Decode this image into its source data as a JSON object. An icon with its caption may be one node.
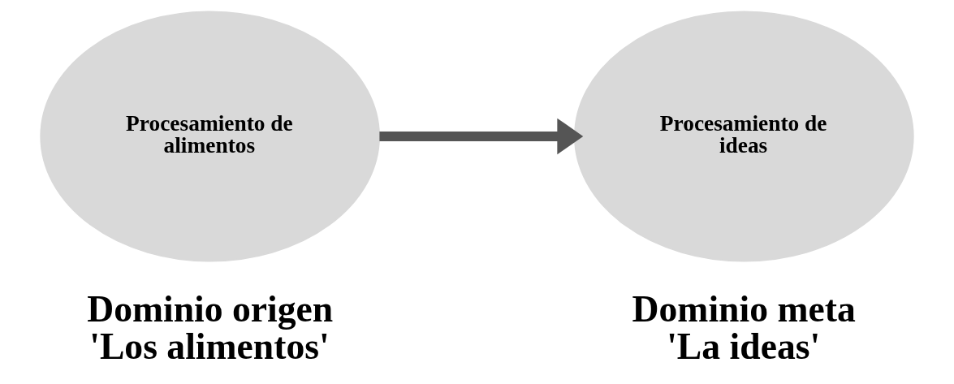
{
  "diagram": {
    "nodes": [
      {
        "text": [
          "Procesamiento de alimentos"
        ],
        "beside": [
          "Dominio origen 'Los alimentos'"
        ]
      },
      {
        "text": [
          "Procesamiento de ideas"
        ],
        "beside": [
          "Dominio meta 'La ideas'"
        ]
      }
    ],
    "edges": [
      {
        "from": 0,
        "to": 1,
        "arrow": "to",
        "color": "#555555"
      }
    ]
  }
}
